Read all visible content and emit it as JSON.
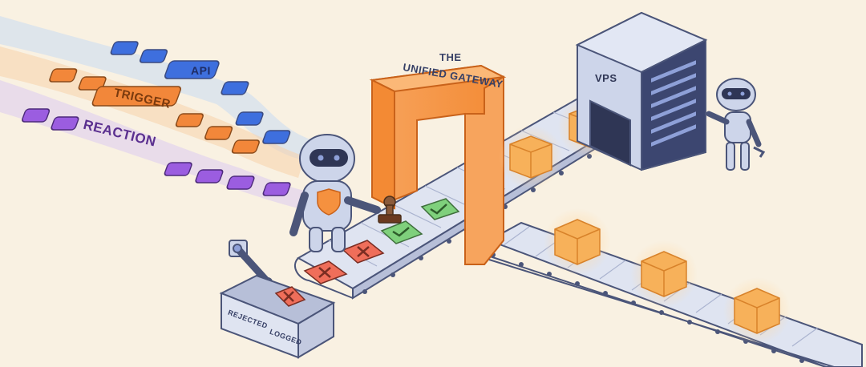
{
  "streams": {
    "api": {
      "label": "API",
      "color": "#3e6fde",
      "band": "#c9daf2"
    },
    "trigger": {
      "label": "TRIGGER",
      "color": "#f2873a",
      "band": "#f7d2a9"
    },
    "reaction": {
      "label": "REACTION",
      "color": "#9b5de0",
      "band": "#dccaf1"
    }
  },
  "gateway": {
    "title_line1": "THE",
    "title_line2": "UNIFIED GATEWAY",
    "color": "#f5913f"
  },
  "server": {
    "label": "VPS"
  },
  "bin": {
    "label_left": "REJECTED",
    "label_right": "LOGGED"
  },
  "colors": {
    "background": "#f9f1e2",
    "conveyor": "#dfe4f1",
    "outline": "#4b5579",
    "robot": "#cdd5ea",
    "accepted": "#7fd07c",
    "rejected": "#ef6e5a",
    "package": "#f7b15a"
  },
  "icons": [
    "shield-icon",
    "check-icon",
    "x-icon",
    "stamp-icon",
    "wrench-icon"
  ]
}
